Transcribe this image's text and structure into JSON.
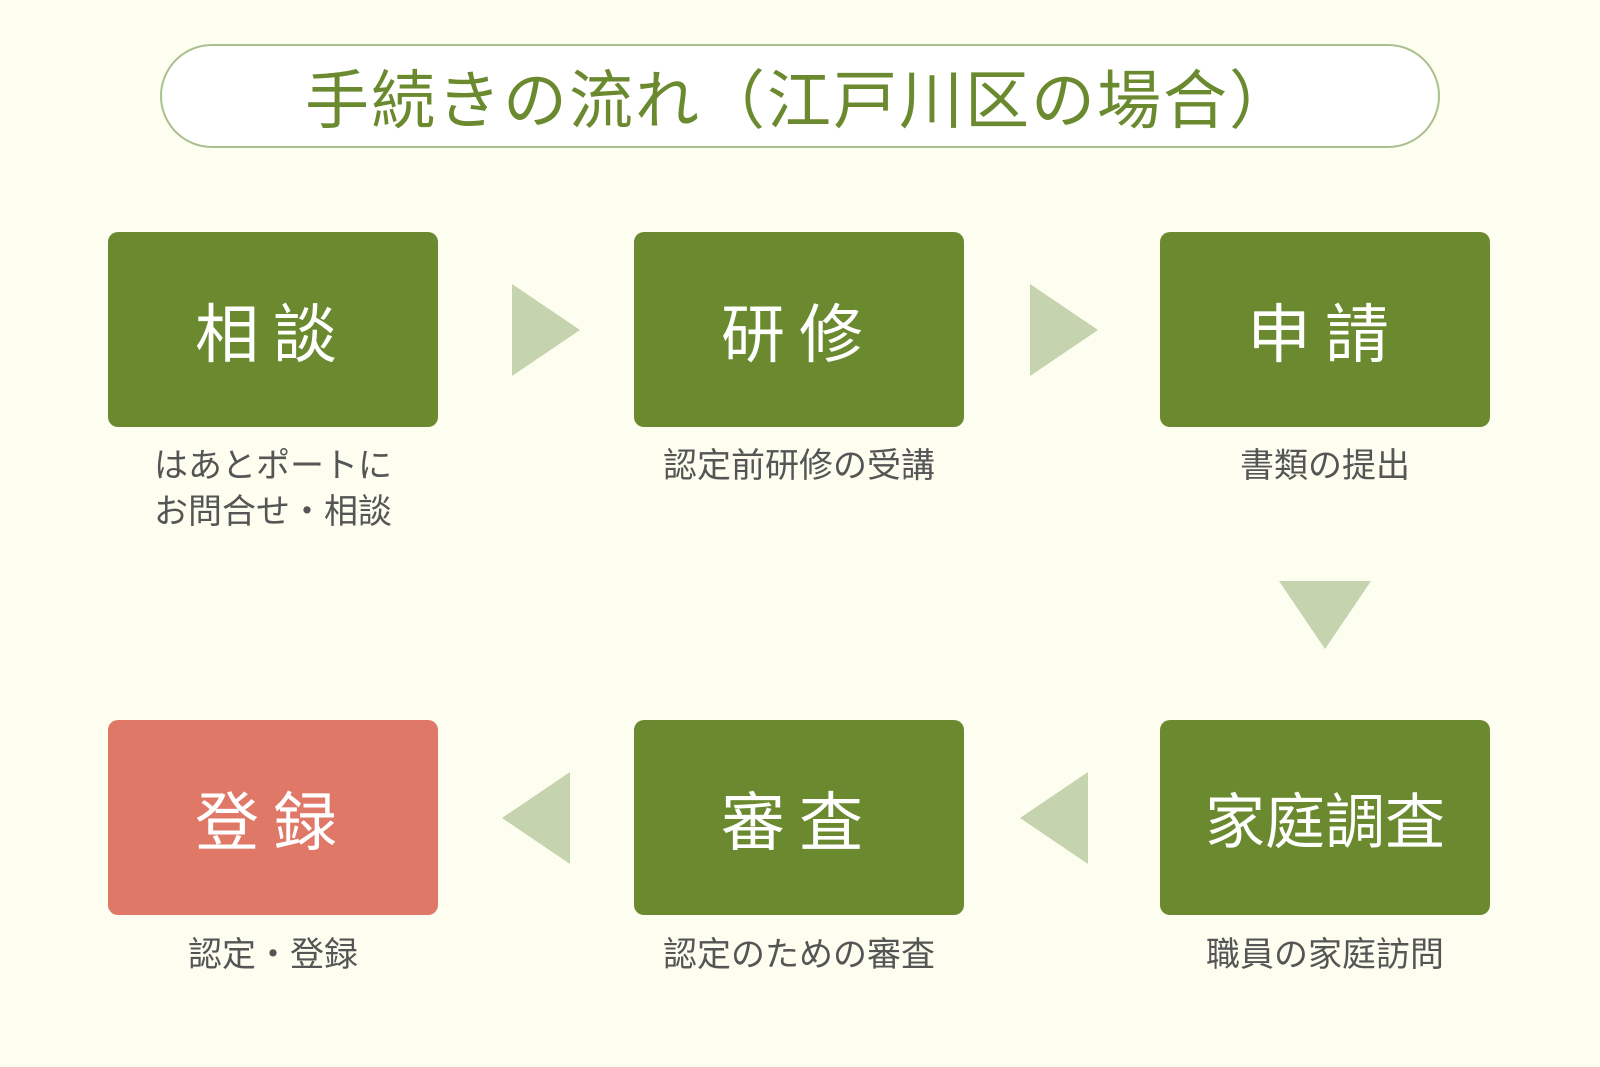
{
  "title": "手続きの流れ（江戸川区の場合）",
  "steps": [
    {
      "title": "相談",
      "description": "はあとポートに\nお問合せ・相談"
    },
    {
      "title": "研修",
      "description": "認定前研修の受講"
    },
    {
      "title": "申請",
      "description": "書類の提出"
    },
    {
      "title": "家庭調査",
      "description": "職員の家庭訪問"
    },
    {
      "title": "審査",
      "description": "認定のための審査"
    },
    {
      "title": "登録",
      "description": "認定・登録"
    }
  ],
  "colors": {
    "step_green": "#6b8a2f",
    "final_red": "#e07868",
    "arrow": "#c5d3ae",
    "title_text": "#6b8a2f",
    "background": "#fdfdf0"
  }
}
